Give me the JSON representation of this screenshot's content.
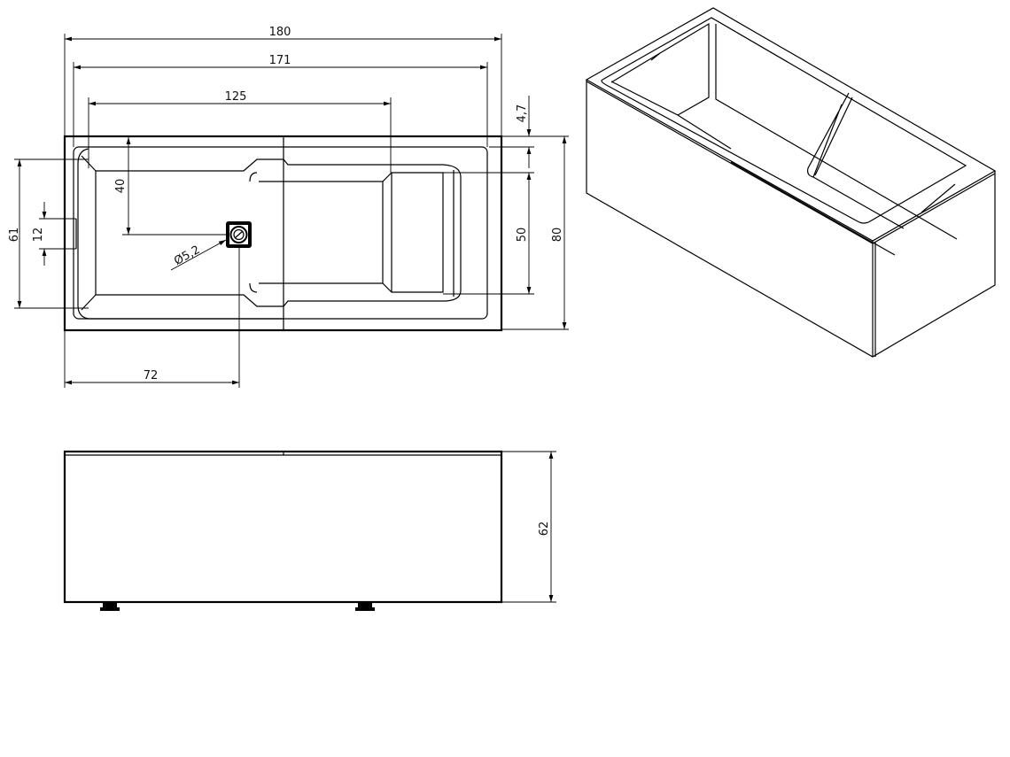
{
  "drawing": {
    "line_color": "#000000",
    "top_view": {
      "dim_overall_length": "180",
      "dim_inner_length": "171",
      "dim_basin_length": "125",
      "dim_rim": "4,7",
      "dim_drain_offset": "40",
      "dim_inner_width": "61",
      "dim_overflow": "12",
      "dim_basin_width": "50",
      "dim_overall_width": "80",
      "dim_drain_diameter": "Ø5,2",
      "dim_drain_position": "72"
    },
    "side_view": {
      "dim_height": "62"
    }
  }
}
